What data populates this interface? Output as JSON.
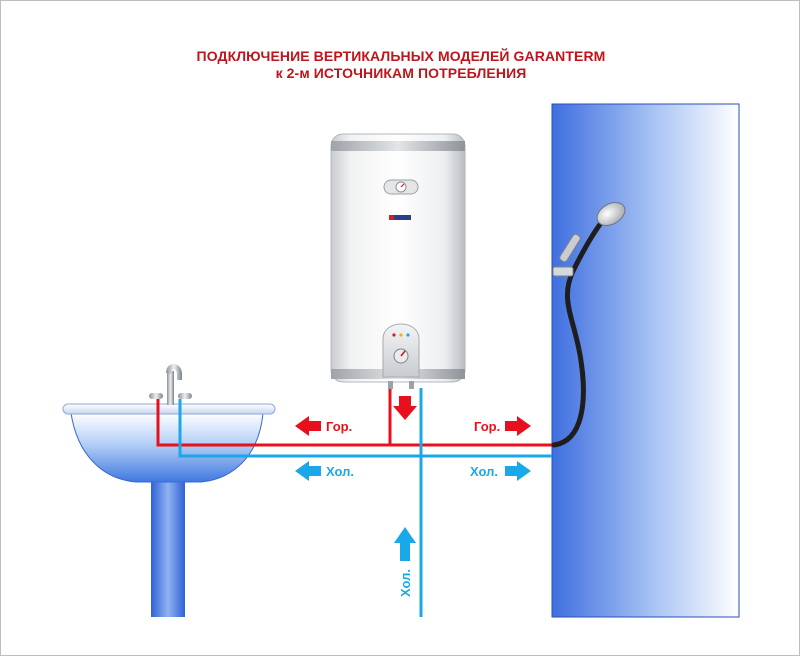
{
  "title": {
    "line1": "ПОДКЛЮЧЕНИЕ ВЕРТИКАЛЬНЫХ МОДЕЛЕЙ GARANTERM",
    "line2": "к 2-м ИСТОЧНИКАМ ПОТРЕБЛЕНИЯ"
  },
  "labels": {
    "hot_left": "Гор.",
    "hot_right": "Гор.",
    "cold_left": "Хол.",
    "cold_right": "Хол.",
    "cold_supply": "Хол."
  },
  "colors": {
    "title": "#c0141c",
    "hot": "#e8101c",
    "cold": "#1aa8e8",
    "wall_blue": "#3f6fe0",
    "hose": "#1e1e1e"
  },
  "icons": {
    "heater": "water-heater-icon",
    "sink": "sink-icon",
    "shower": "shower-head-icon"
  }
}
